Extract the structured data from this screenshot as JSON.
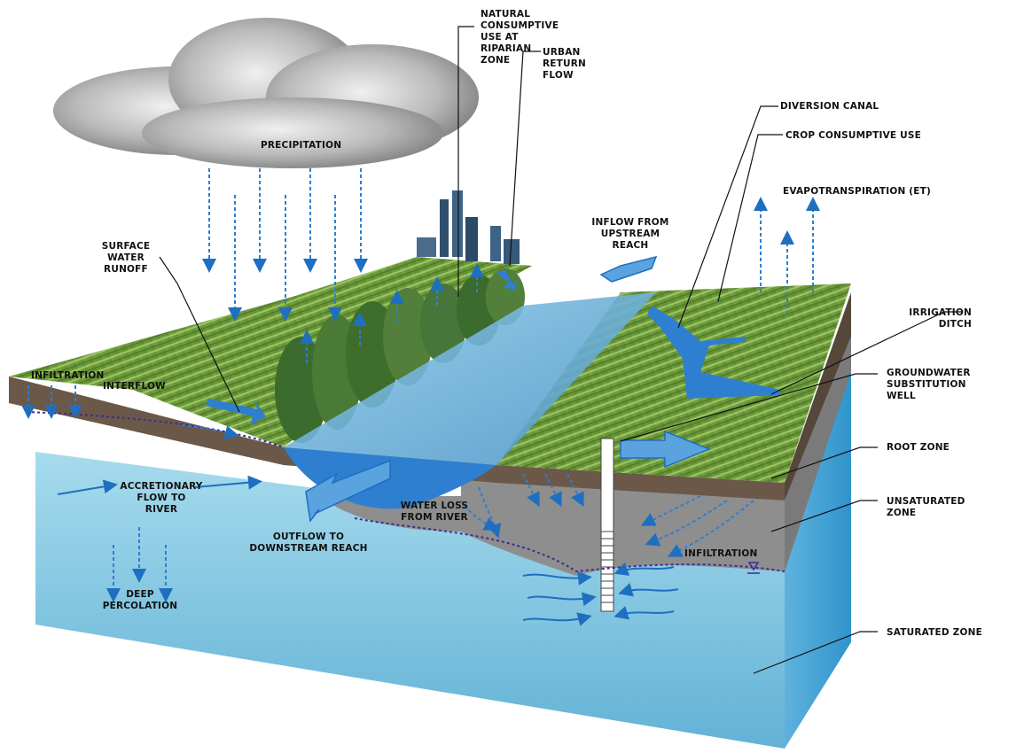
{
  "labels": {
    "natural_consumptive": "NATURAL\nCONSUMPTIVE\nUSE AT\nRIPARIAN\nZONE",
    "urban_return": "URBAN\nRETURN\nFLOW",
    "precipitation": "PRECIPITATION",
    "diversion_canal": "DIVERSION CANAL",
    "crop_consumptive": "CROP CONSUMPTIVE USE",
    "evapotranspiration": "EVAPOTRANSPIRATION (ET)",
    "inflow_upstream": "INFLOW FROM\nUPSTREAM\nREACH",
    "surface_runoff": "SURFACE\nWATER\nRUNOFF",
    "irrigation_ditch": "IRRIGATION\nDITCH",
    "infiltration_left": "INFILTRATION",
    "interflow": "INTERFLOW",
    "groundwater_well": "GROUNDWATER\nSUBSTITUTION\nWELL",
    "root_zone": "ROOT ZONE",
    "accretionary": "ACCRETIONARY\nFLOW TO\nRIVER",
    "water_loss": "WATER LOSS\nFROM RIVER",
    "unsaturated": "UNSATURATED\nZONE",
    "outflow": "OUTFLOW TO\nDOWNSTREAM REACH",
    "infiltration_right": "INFILTRATION",
    "deep_percolation": "DEEP\nPERCOLATION",
    "saturated": "SATURATED ZONE"
  },
  "colors": {
    "water": "#2f7fd0",
    "arrow": "#1f6fc0",
    "field": "#6b9a3a",
    "soil": "#6b5848",
    "unsaturated": "#8a8a8a",
    "saturated": "#7ec3df",
    "water_table": "#3b2f8f"
  }
}
